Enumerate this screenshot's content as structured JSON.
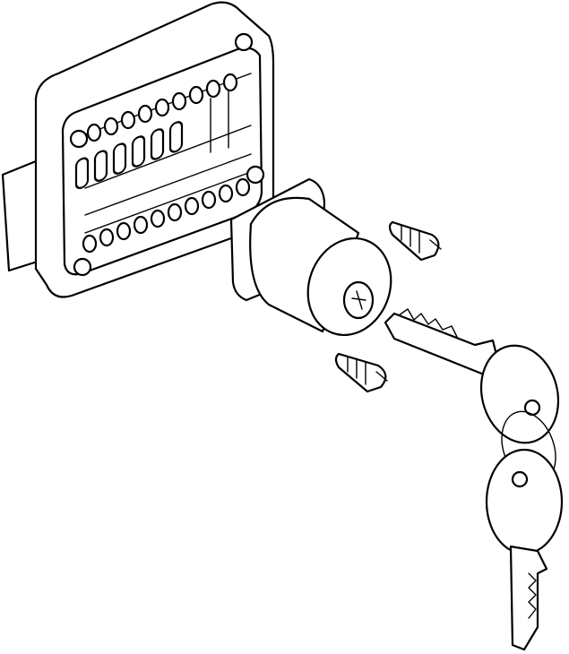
{
  "colors": {
    "stroke": "#000000",
    "background": "#ffffff"
  },
  "parts": {
    "top_pins": 9,
    "bottom_pins": 10,
    "lever_slots": 6
  }
}
